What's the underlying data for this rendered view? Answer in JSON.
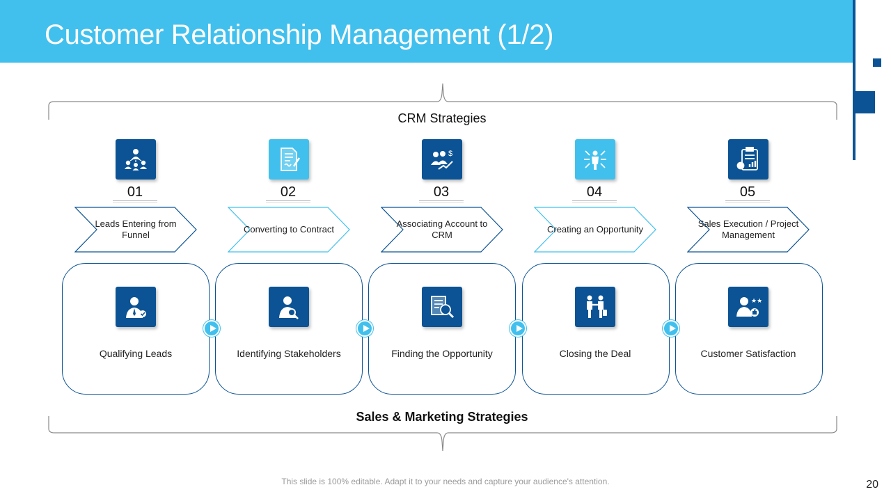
{
  "title": "Customer Relationship Management (1/2)",
  "crm_label": "CRM Strategies",
  "sm_label": "Sales & Marketing Strategies",
  "steps": [
    {
      "num": "01",
      "label": "Leads Entering from Funnel",
      "icon": "team-network-icon",
      "icon_color": "#0b5394"
    },
    {
      "num": "02",
      "label": "Converting to Contract",
      "icon": "contract-document-icon",
      "icon_color": "#41c0ee"
    },
    {
      "num": "03",
      "label": "Associating Account to CRM",
      "icon": "business-people-growth-icon",
      "icon_color": "#0b5394"
    },
    {
      "num": "04",
      "label": "Creating an Opportunity",
      "icon": "person-arrows-icon",
      "icon_color": "#41c0ee"
    },
    {
      "num": "05",
      "label": "Sales Execution / Project Management",
      "icon": "clipboard-chart-icon",
      "icon_color": "#0b5394"
    }
  ],
  "cards": [
    {
      "label": "Qualifying Leads",
      "icon": "businessman-check-icon"
    },
    {
      "label": "Identifying Stakeholders",
      "icon": "person-search-icon"
    },
    {
      "label": "Finding the Opportunity",
      "icon": "document-magnifier-icon"
    },
    {
      "label": "Closing the Deal",
      "icon": "handshake-icon"
    },
    {
      "label": "Customer Satisfaction",
      "icon": "customer-rating-icon"
    }
  ],
  "footer_text": "This slide is 100% editable. Adapt it to your needs and capture your audience's attention.",
  "page_number": "20",
  "colors": {
    "light_blue": "#41c0ee",
    "dark_blue": "#0b5394"
  }
}
